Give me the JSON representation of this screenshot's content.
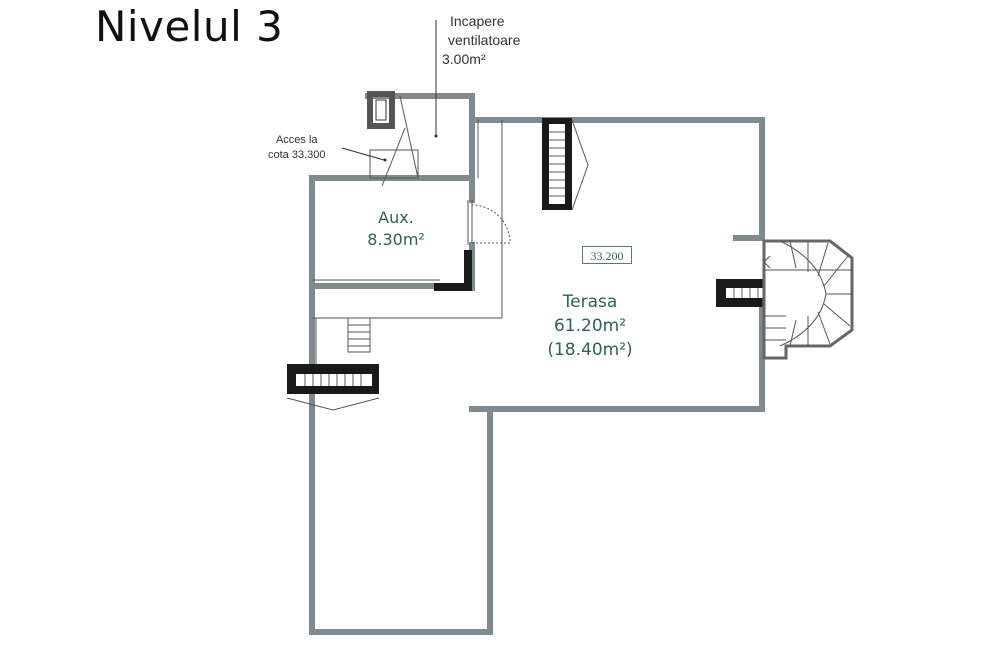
{
  "title": "Nivelul 3",
  "rooms": [
    {
      "id": "aux",
      "name": "Aux.",
      "area": "8.30m²"
    },
    {
      "id": "terasa",
      "name": "Terasa",
      "area": "61.20m²",
      "area_secondary": "(18.40m²)"
    }
  ],
  "annotations": {
    "ventilation_line1": "Incapere",
    "ventilation_line2": "ventilatoare",
    "ventilation_area": "3.00m²",
    "access_line1": "Acces la",
    "access_line2": "cota 33.300",
    "elevation_tag": "33.200"
  },
  "colors": {
    "wall": "#7f8a8f",
    "wall_dark": "#1a1a1a",
    "label": "#2f5f5f"
  }
}
